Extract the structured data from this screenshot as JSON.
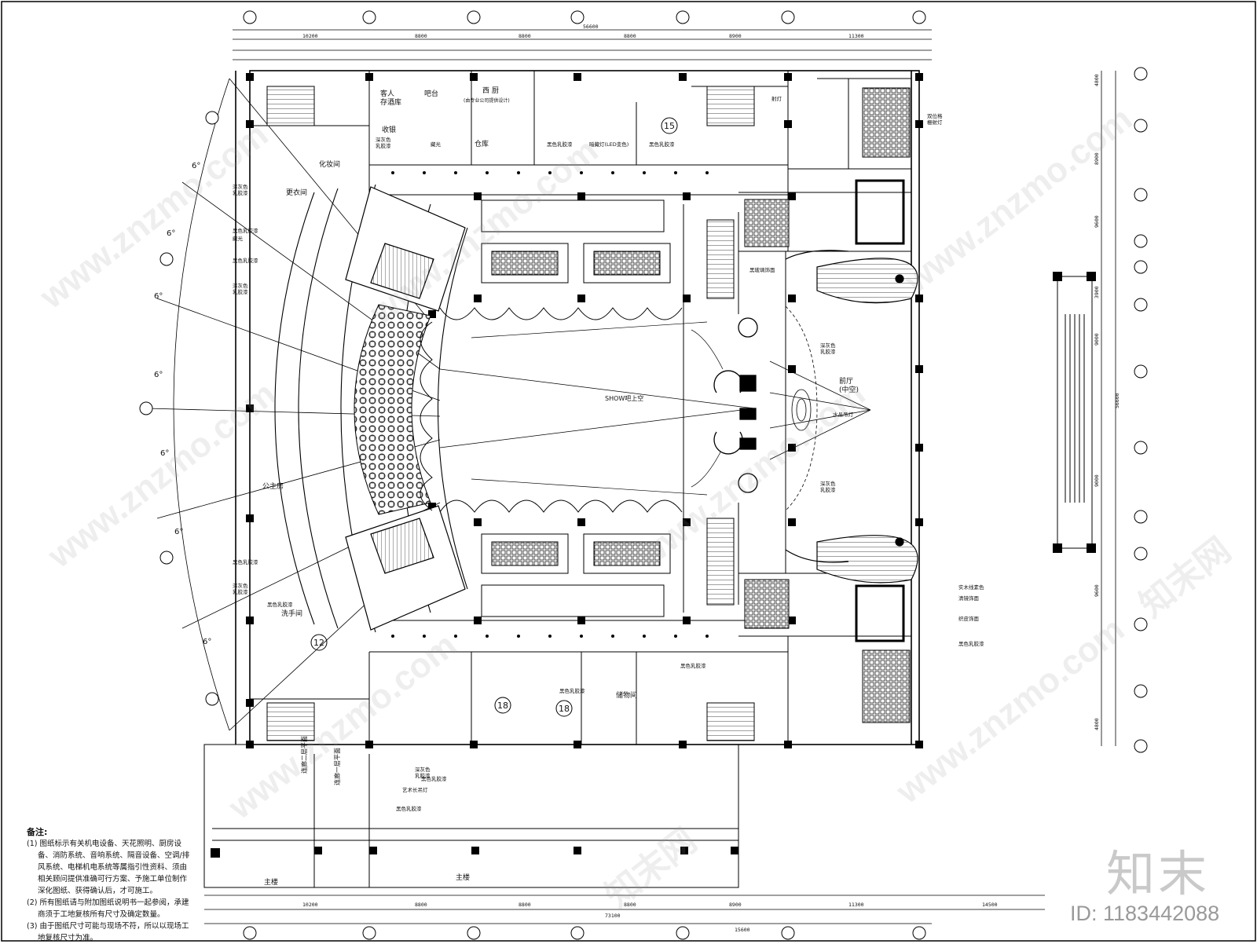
{
  "labels": {
    "guest_wine": "客人\n存酒库",
    "bar": "吧台",
    "west_kitchen": "西 厨",
    "kitchen_note": "(由专业公司提供设计)",
    "cashier": "收银",
    "storage": "仓库",
    "makeup": "化妆间",
    "changing": "更衣间",
    "show_bar": "SHOW吧上空",
    "lobby": "前厅\n(中空)",
    "princess": "公主房",
    "washroom": "洗手间",
    "store_room": "储物间",
    "elevator_hall_1": "连廊二层平面",
    "elevator_hall_2": "连廊一层平面",
    "main_building_1": "主楼",
    "main_building_2": "主楼"
  },
  "materials": {
    "dark_grey": "深灰色\n乳胶漆",
    "black": "黑色乳胶漆",
    "hidden_light": "藏光",
    "art_lamp": "艺术长吊灯",
    "led_light": "暗藏灯(LED变色)",
    "mirror": "黑玻璃饰面",
    "wood": "实木线素色",
    "glass": "清镜饰面",
    "leather": "织皮饰面",
    "spot": "射灯",
    "double_spot": "双位格\n栅射灯",
    "chandelier": "水晶吊灯"
  },
  "circles": [
    "15",
    "12",
    "18",
    "18"
  ],
  "dimensions": {
    "top_total": "56600",
    "top_segments": [
      "10200",
      "8800",
      "8800",
      "8800",
      "8900",
      "11300"
    ],
    "bottom_total": "73100",
    "bottom_segments": [
      "10200",
      "8800",
      "8800",
      "8800",
      "8900",
      "11300",
      "14500"
    ],
    "bottom_sub": "15600",
    "right_total": "56600",
    "right_segments": [
      "4800",
      "8900",
      "9600",
      "3900",
      "9000",
      "9000",
      "9600",
      "4800"
    ],
    "angles": [
      "6°",
      "6°",
      "6°",
      "6°",
      "6°",
      "6°",
      "6°"
    ]
  },
  "notes": {
    "heading": "备注:",
    "items": [
      "(1) 图纸标示有关机电设备、天花照明、厨房设备、消防系统、音响系统、隔音设备、空调/排风系统、电梯机电系统等属指引性资料、须由相关顾问提供准确可行方案、予施工单位制作深化图纸、获得确认后，才可施工。",
      "(2) 所有图纸请与附加图纸说明书一起参阅，承建商须于工地复核所有尺寸及确定数量。",
      "(3) 由于图纸尺寸可能与现场不符，所以以现场工地复核尺寸为准。"
    ]
  },
  "watermark": {
    "brand": "知末",
    "id": "ID: 1183442088",
    "site": "www.znzmo.com",
    "cn": "知末网"
  },
  "colors": {
    "line": "#000000",
    "text": "#111111",
    "watermark": "#c9c9c9"
  }
}
